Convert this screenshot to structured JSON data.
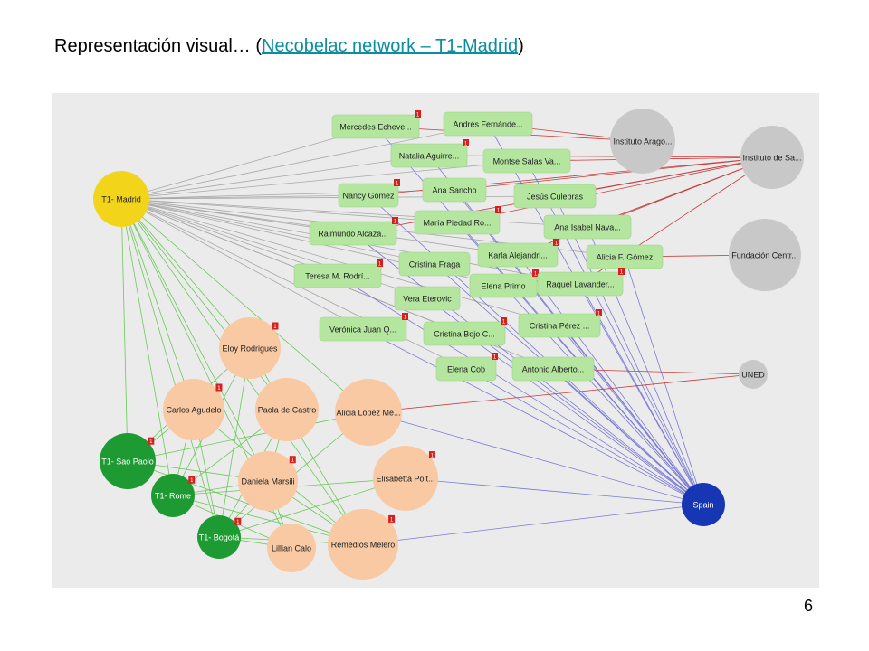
{
  "title": {
    "prefix": "Representación visual…  (",
    "link_text": "Necobelac network – T1-Madrid",
    "suffix": ")"
  },
  "page_number": "6",
  "colors": {
    "background": "#ebebeb",
    "person": "#b4e6a0",
    "institution": "#c8c8c8",
    "madrid": "#f2d51a",
    "tutor": "#f8c9a3",
    "group": "#1e9a32",
    "country": "#1636b4",
    "edge_gray": "#a8a8a8",
    "edge_red": "#c83c3c",
    "edge_blue": "#7a7ad6",
    "edge_green": "#6cc85a",
    "badge": "#d62020"
  },
  "nodes": {
    "t1_madrid": "T1- Madrid",
    "t1_sao_paolo": "T1- Sao Paolo",
    "t1_rome": "T1- Rome",
    "t1_bogota": "T1- Bogotá",
    "spain": "Spain",
    "uned": "UNED",
    "instituto_arago": "Instituto Arago...",
    "instituto_sa": "Instituto de Sa...",
    "fundacion_centr": "Fundación Centr...",
    "mercedes": "Mercedes Echeve...",
    "andres": "Andrés Fernánde...",
    "natalia": "Natalia Aguirre...",
    "montse": "Montse Salas Va...",
    "nancy": "Nancy Gómez",
    "ana_sancho": "Ana Sancho",
    "jesus": "Jesús Culebras",
    "maria_piedad": "María Piedad Ro...",
    "raimundo": "Raimundo Alcáza...",
    "ana_isabel": "Ana Isabel Nava...",
    "karla": "Karla Alejandri...",
    "alicia_f": "Alicia F. Gómez",
    "cristina_fraga": "Cristina Fraga",
    "teresa": "Teresa M. Rodrí...",
    "elena_primo": "Elena Primo",
    "raquel": "Raquel Lavander...",
    "vera": "Vera Eterovic",
    "veronica": "Verónica Juan Q...",
    "cristina_bojo": "Cristina Bojo C...",
    "cristina_perez": "Cristina Pérez ...",
    "elena_cob": "Elena Cob",
    "antonio": "Antonio Alberto...",
    "eloy": "Eloy Rodrigues",
    "carlos": "Carlos Agudelo",
    "paola": "Paola de Castro",
    "alicia_lopez": "Alicia López Me...",
    "elisabetta": "Elisabetta Polt...",
    "daniela": "Daniela Marsili",
    "remedios": "Remedios Melero",
    "lillian": "Lillian Calo"
  },
  "badge_label": "1"
}
